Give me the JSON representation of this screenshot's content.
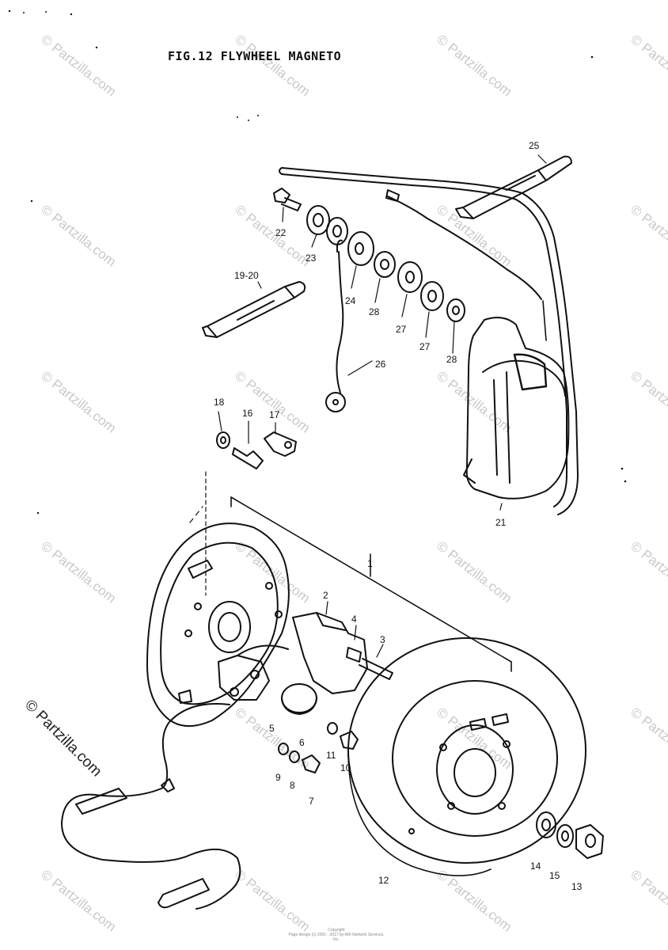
{
  "title": "FIG.12  FLYWHEEL MAGNETO",
  "watermark_text": "© Partzilla.com",
  "footer": {
    "line1": "Copyright",
    "line2": "Page design (c) 2001 - 2017 by ARI Network Services, Inc."
  },
  "callouts": {
    "c1": "1",
    "c2": "2",
    "c3": "3",
    "c4": "4",
    "c5": "5",
    "c6": "6",
    "c7": "7",
    "c8": "8",
    "c9": "9",
    "c10": "10",
    "c11": "11",
    "c12": "12",
    "c13": "13",
    "c14": "14",
    "c15": "15",
    "c16": "16",
    "c17": "17",
    "c18": "18",
    "c1920": "19-20",
    "c21": "21",
    "c22": "22",
    "c23": "23",
    "c24": "24",
    "c25": "25",
    "c26": "26",
    "c27a": "27",
    "c27b": "27",
    "c28a": "28",
    "c28b": "28"
  }
}
